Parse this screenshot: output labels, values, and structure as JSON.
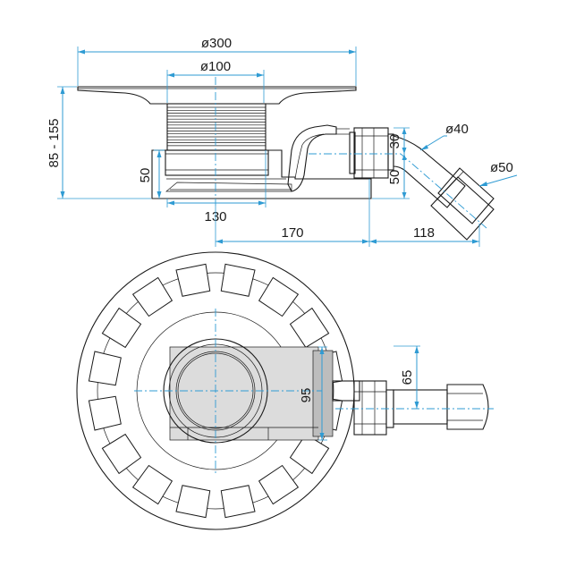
{
  "colors": {
    "dimension_line": "#2f9bd3",
    "outline": "#1a1a1a",
    "body_fill": "#ffffff",
    "shade_light": "#dcdcdc",
    "shade_mid": "#bdbdbd",
    "shade_dark": "#9a9a9a"
  },
  "side_view": {
    "dimensions": {
      "flange_diameter": "ø300",
      "inner_diameter": "ø100",
      "height_range": "85 - 155",
      "body_height": "50",
      "body_width": "130",
      "outlet_offset": "170",
      "outlet_length": "118",
      "outlet_height_upper": "30",
      "outlet_height_lower": "50",
      "pipe_diameter_small": "ø40",
      "pipe_diameter_large": "ø50"
    }
  },
  "top_view": {
    "dimensions": {
      "housing_width": "95",
      "outlet_center": "65"
    }
  }
}
